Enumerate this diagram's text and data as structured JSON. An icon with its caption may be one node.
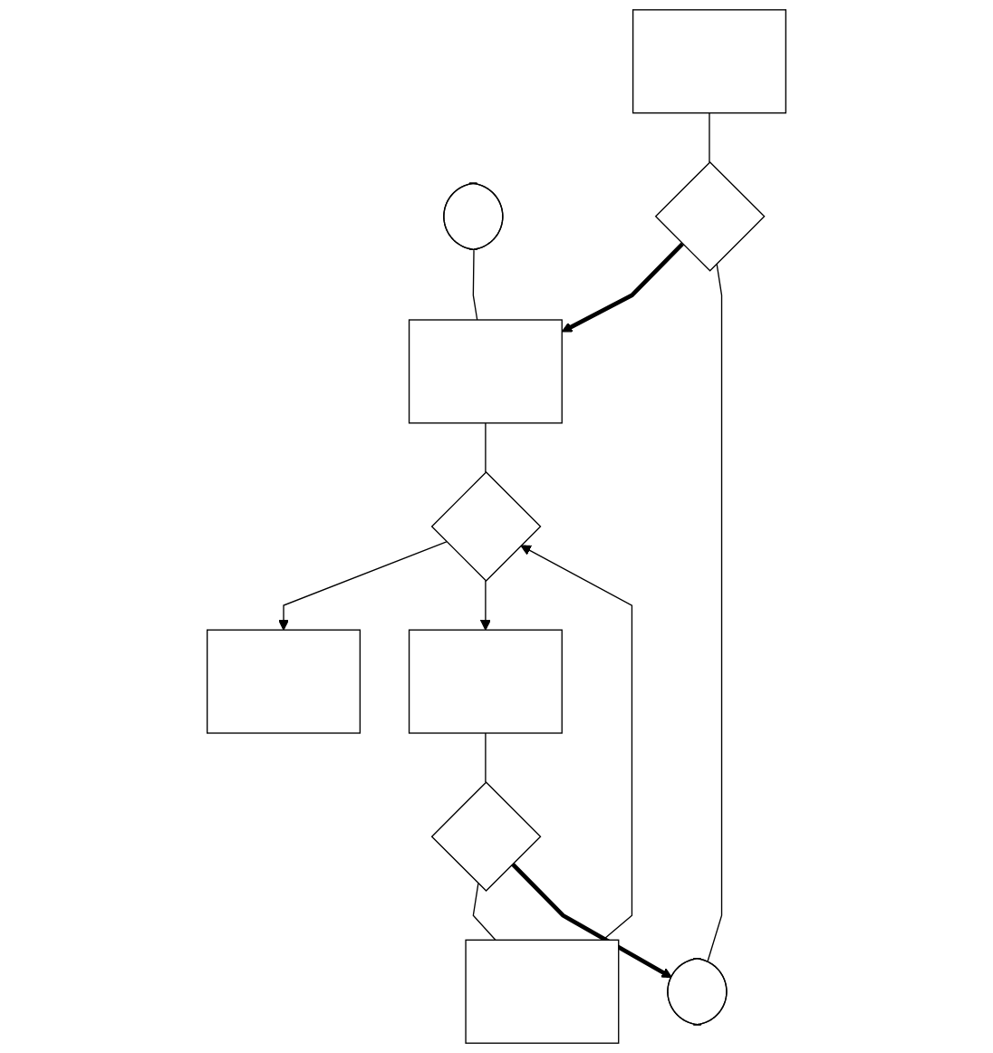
{
  "diagram": {
    "nodes": [
      {
        "text": [],
        "shape": "terminal"
      },
      {
        "text": [],
        "shape": "box"
      },
      {
        "text": [],
        "shape": "diamond"
      },
      {
        "text": [],
        "shape": "box"
      },
      {
        "text": [],
        "shape": "box"
      },
      {
        "text": [],
        "shape": "diamond"
      },
      {
        "text": [],
        "shape": "terminal"
      },
      {
        "text": [],
        "shape": "box"
      },
      {
        "text": [],
        "shape": "diamond"
      },
      {
        "text": [],
        "shape": "box"
      }
    ],
    "edges": [
      {
        "from": 0,
        "to": 1,
        "arrow": "none"
      },
      {
        "from": 5,
        "to": 1,
        "arrow": "to",
        "style": "thick"
      },
      {
        "from": 1,
        "to": 2,
        "arrow": "none"
      },
      {
        "from": 2,
        "to": 3,
        "arrow": "to"
      },
      {
        "from": 2,
        "to": 7,
        "arrow": "to"
      },
      {
        "from": 9,
        "to": 2,
        "arrow": "to"
      },
      {
        "from": 4,
        "to": 5,
        "arrow": "none"
      },
      {
        "from": 5,
        "to": 6,
        "arrow": "none"
      },
      {
        "from": 7,
        "to": 8,
        "arrow": "none"
      },
      {
        "from": 8,
        "to": 9,
        "arrow": "none"
      },
      {
        "from": 8,
        "to": 6,
        "arrow": "to",
        "style": "thick"
      }
    ]
  }
}
